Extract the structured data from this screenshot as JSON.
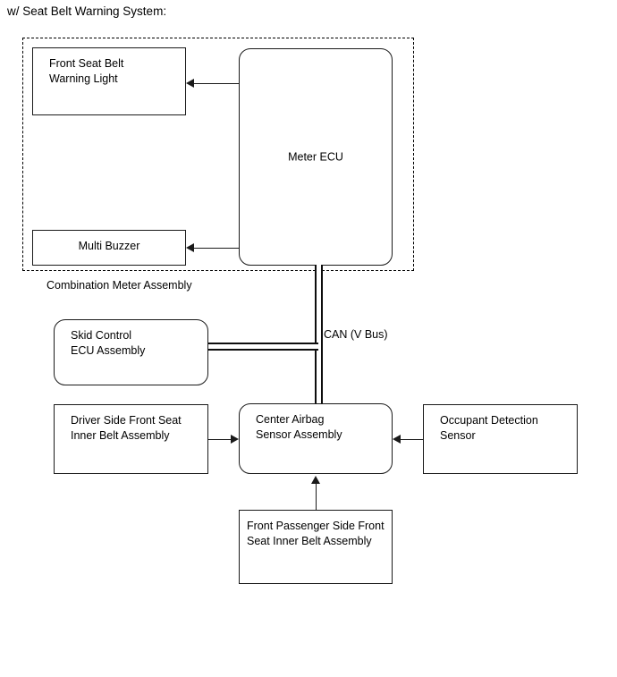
{
  "title": "w/ Seat Belt Warning System:",
  "group": {
    "name": "combination-meter-assembly",
    "label": "Combination Meter Assembly"
  },
  "bus": {
    "label": "CAN (V Bus)"
  },
  "blocks": {
    "front_seat_belt_warning_light": "Front Seat Belt\nWarning Light",
    "meter_ecu": "Meter ECU",
    "multi_buzzer": "Multi Buzzer",
    "skid_control_ecu_assembly": "Skid Control\nECU Assembly",
    "driver_side_front_seat_inner_belt_assembly": "Driver Side Front Seat\nInner Belt Assembly",
    "center_airbag_sensor_assembly": "Center Airbag\nSensor Assembly",
    "occupant_detection_sensor": "Occupant Detection\nSensor",
    "front_passenger_side_front_seat_inner_belt_assembly": "Front Passenger Side Front\nSeat Inner Belt Assembly"
  }
}
